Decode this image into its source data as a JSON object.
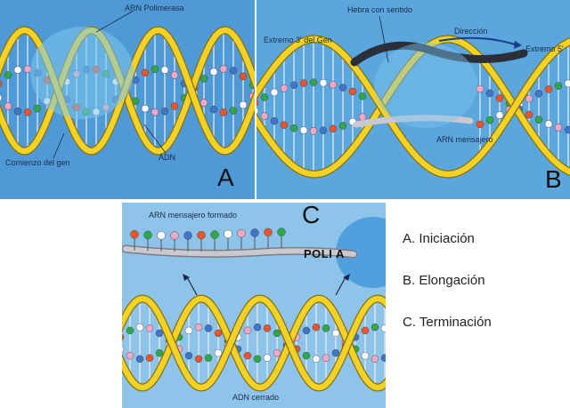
{
  "panels": {
    "a": {
      "letter": "A",
      "label_polymerase": "ARN Polimerasa",
      "label_start": "Comienzo del gen",
      "label_dna": "ADN"
    },
    "b": {
      "letter": "B",
      "label_coding_strand": "Hebra con sentido",
      "label_direction": "Dirección",
      "label_3prime_end": "Extremo 3' del Gen",
      "label_5prime_end": "Extremo 5'",
      "label_mrna": "ARN mensajero"
    },
    "c": {
      "letter": "C",
      "label_mrna_formed": "ARN mensajero formado",
      "label_poli_a": "POLI A",
      "label_closed_dna": "ADN cerrado"
    }
  },
  "legend": [
    "A. Iniciación",
    "B. Elongación",
    "C. Terminación"
  ],
  "colors": {
    "backbone": "#f2d227",
    "backbone_edge": "#8a6f10",
    "panel_a_bg": "#4f9ad6",
    "panel_b_bg": "#5aa6dd",
    "panel_c_bg": "#8ec4ea",
    "polymerase": "#7cc6ef",
    "mrna_strand": "#c9c9cf",
    "base_colors": [
      "#e8552f",
      "#2ea84a",
      "#ffffff",
      "#f4a8c8",
      "#3f76c9"
    ]
  }
}
